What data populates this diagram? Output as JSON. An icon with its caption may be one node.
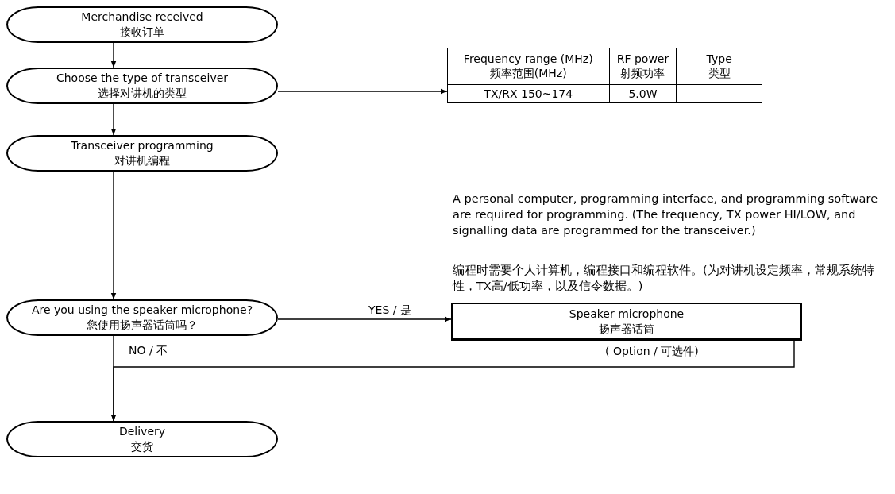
{
  "diagram": {
    "nodes": [
      {
        "text": [
          "Merchandise received",
          "接收订单"
        ]
      },
      {
        "text": [
          "Choose the type of transceiver",
          "选择对讲机的类型"
        ]
      },
      {
        "text": [
          "Transceiver programming",
          "对讲机编程"
        ]
      },
      {
        "text": [
          "Are you using the speaker microphone?",
          "您使用扬声器话筒吗？"
        ]
      },
      {
        "text": [
          "Delivery",
          "交货"
        ]
      },
      {
        "text": [
          "Speaker microphone",
          "扬声器话筒"
        ],
        "beside": [
          "( Option / 可选件)"
        ]
      },
      {
        "text": [
          "Frequency range (MHz)",
          "频率范围(MHz)",
          "RF power",
          "射频功率",
          "Type",
          "类型",
          "TX/RX  150~174",
          "5.0W"
        ]
      }
    ],
    "edges": [
      {
        "from": 0,
        "to": 1,
        "arrow": "to"
      },
      {
        "from": 1,
        "to": 2,
        "arrow": "to"
      },
      {
        "from": 1,
        "to": 6,
        "arrow": "to"
      },
      {
        "from": 2,
        "to": 3,
        "arrow": "to"
      },
      {
        "from": 3,
        "to": 5,
        "arrow": "to",
        "label": "YES / 是"
      },
      {
        "from": 3,
        "to": 4,
        "arrow": "to",
        "label": "NO / 不"
      },
      {
        "from": 5,
        "to": 4,
        "arrow": "to"
      }
    ],
    "labels": [
      "A personal computer, programming interface, and programming software are required for programming. (The frequency, TX power HI/LOW, and signalling data are programmed for the  transceiver.)",
      "编程时需要个人计算机，编程接口和编程软件。(为对讲机设定频率，常规系统特性，TX高/低功率，以及信令数据。)"
    ]
  }
}
